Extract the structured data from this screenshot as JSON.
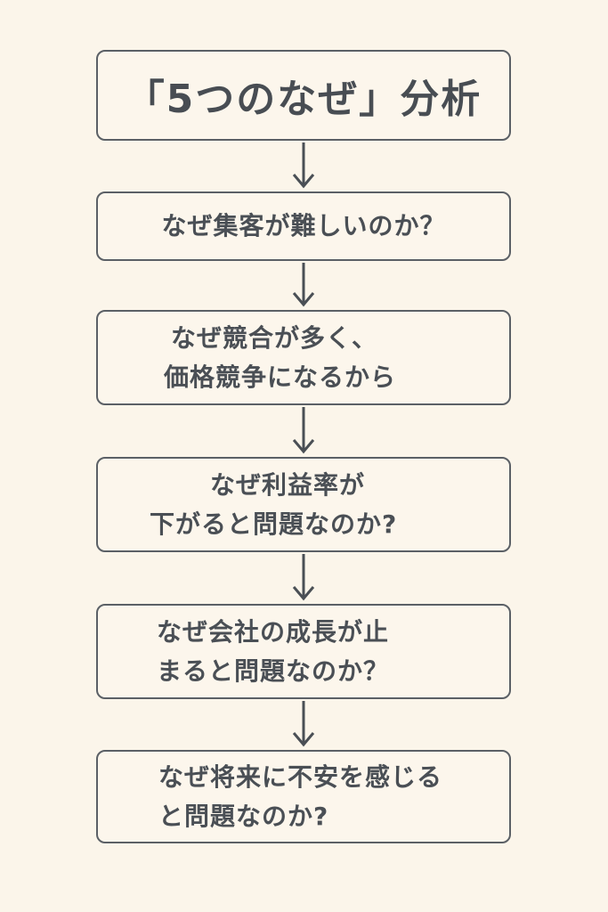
{
  "title": "「5つのなぜ」分析",
  "steps": [
    {
      "lines": [
        "なぜ集客が難しいのか？"
      ]
    },
    {
      "lines": [
        "なぜ競合が多く、",
        "価格競争になるから"
      ]
    },
    {
      "lines": [
        "なぜ利益率が",
        "下がると問題なのか?"
      ]
    },
    {
      "lines": [
        "なぜ会社の成長が止",
        "まると問題なのか？"
      ]
    },
    {
      "lines": [
        "なぜ将来に不安を感じる",
        "と問題なのか?"
      ]
    }
  ],
  "colors": {
    "background": "#fbf5ea",
    "border": "#5b6066",
    "text": "#4a4f55",
    "arrow": "#4a4f55"
  }
}
